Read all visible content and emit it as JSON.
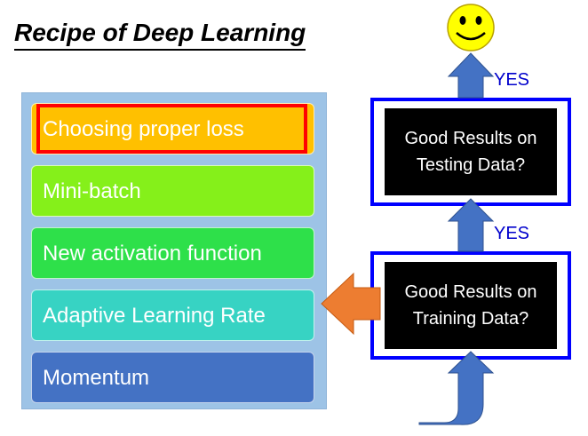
{
  "title": "Recipe of Deep Learning",
  "methods": [
    {
      "label": "Choosing proper loss",
      "color": "#ffc000"
    },
    {
      "label": "Mini-batch",
      "color": "#85f01a"
    },
    {
      "label": "New activation function",
      "color": "#2ee04a"
    },
    {
      "label": "Adaptive Learning Rate",
      "color": "#37d3c3"
    },
    {
      "label": "Momentum",
      "color": "#4472c4"
    }
  ],
  "flow": {
    "training_box": "Good Results on\nTraining Data?",
    "testing_box": "Good Results on\nTesting Data?",
    "yes_label_1": "YES",
    "yes_label_2": "YES"
  },
  "colors": {
    "arrow_blue": "#4472c4",
    "arrow_orange": "#ed7d31",
    "highlight": "#ff0000",
    "box_border": "#0000ff",
    "smiley": "#ffff00"
  },
  "icons": [
    "smiley-icon"
  ]
}
